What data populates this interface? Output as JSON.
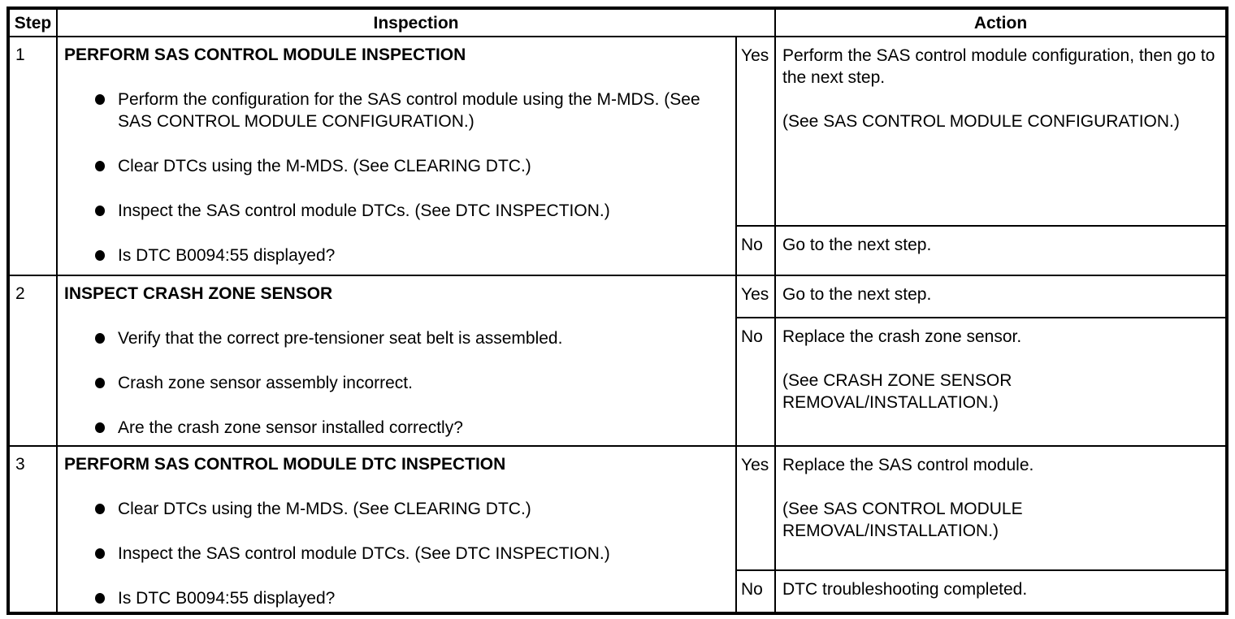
{
  "table": {
    "headers": {
      "step": "Step",
      "inspection": "Inspection",
      "action": "Action"
    },
    "steps": [
      {
        "number": "1",
        "title": "PERFORM SAS CONTROL MODULE INSPECTION",
        "bullets": [
          "Perform the configuration for the SAS control module using the M-MDS. (See SAS CONTROL MODULE CONFIGURATION.)",
          "Clear DTCs using the M-MDS. (See CLEARING DTC.)",
          "Inspect the SAS control module DTCs. (See DTC INSPECTION.)",
          "Is DTC B0094:55 displayed?"
        ],
        "outcomes": [
          {
            "label": "Yes",
            "action": "Perform the SAS control module configuration, then go to the next step.\n\n(See SAS CONTROL MODULE CONFIGURATION.)"
          },
          {
            "label": "No",
            "action": "Go to the next step."
          }
        ]
      },
      {
        "number": "2",
        "title": "INSPECT CRASH ZONE SENSOR",
        "bullets": [
          "Verify that the correct pre-tensioner seat belt is assembled.",
          "Crash zone sensor assembly incorrect.",
          "Are the crash zone sensor installed correctly?"
        ],
        "outcomes": [
          {
            "label": "Yes",
            "action": "Go to the next step."
          },
          {
            "label": "No",
            "action": "Replace the crash zone sensor.\n\n(See CRASH ZONE SENSOR REMOVAL/INSTALLATION.)"
          }
        ]
      },
      {
        "number": "3",
        "title": "PERFORM SAS CONTROL MODULE DTC INSPECTION",
        "bullets": [
          "Clear DTCs using the M-MDS. (See CLEARING DTC.)",
          "Inspect the SAS control module DTCs. (See DTC INSPECTION.)",
          "Is DTC B0094:55 displayed?"
        ],
        "outcomes": [
          {
            "label": "Yes",
            "action": "Replace the SAS control module.\n\n(See SAS CONTROL MODULE REMOVAL/INSTALLATION.)"
          },
          {
            "label": "No",
            "action": "DTC troubleshooting completed."
          }
        ]
      }
    ],
    "colors": {
      "border": "#000000",
      "text": "#000000",
      "background": "#ffffff"
    }
  }
}
